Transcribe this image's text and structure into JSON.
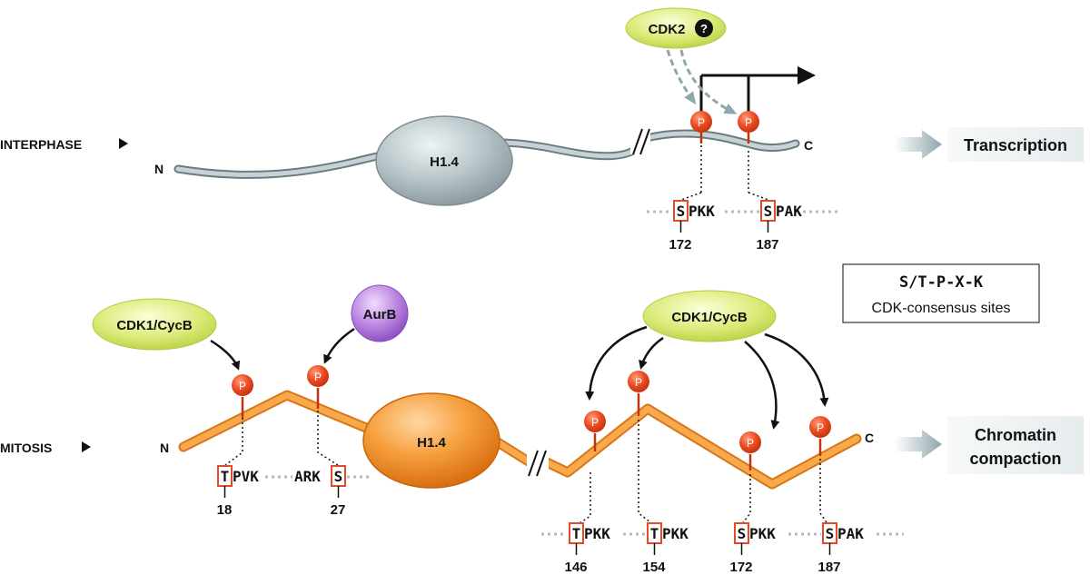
{
  "interphase": {
    "stage_label": "INTERPHASE",
    "protein_label": "H1.4",
    "n_label": "N",
    "c_label": "C",
    "kinase_label": "CDK2",
    "kinase_question": "?",
    "phospho_label": "P",
    "sites": [
      {
        "residue": "S",
        "rest": "PKK",
        "number": "172"
      },
      {
        "residue": "S",
        "rest": "PAK",
        "number": "187"
      }
    ],
    "outcome_label": "Transcription"
  },
  "mitosis": {
    "stage_label": "MITOSIS",
    "protein_label": "H1.4",
    "n_label": "N",
    "c_label": "C",
    "kinase_left_label": "CDK1/CycB",
    "kinase_aurb_label": "AurB",
    "kinase_right_label": "CDK1/CycB",
    "phospho_label": "P",
    "n_sites": [
      {
        "residue": "T",
        "rest": "PVK",
        "number": "18"
      },
      {
        "prefix": "ARK",
        "residue": "S",
        "number": "27"
      }
    ],
    "c_sites": [
      {
        "residue": "T",
        "rest": "PKK",
        "number": "146"
      },
      {
        "residue": "T",
        "rest": "PKK",
        "number": "154"
      },
      {
        "residue": "S",
        "rest": "PKK",
        "number": "172"
      },
      {
        "residue": "S",
        "rest": "PAK",
        "number": "187"
      }
    ],
    "outcome_line1": "Chromatin",
    "outcome_line2": "compaction"
  },
  "legend": {
    "motif": "S/T-P-X-K",
    "caption": "CDK-consensus sites"
  },
  "colors": {
    "interphase_chain": "#9aa9ae",
    "mitosis_chain": "#f39a2e",
    "phospho": "#e8461f",
    "site_box": "#e24a2a",
    "kinase_green": "#d7ea6a",
    "aurb_purple": "#b277dc"
  }
}
